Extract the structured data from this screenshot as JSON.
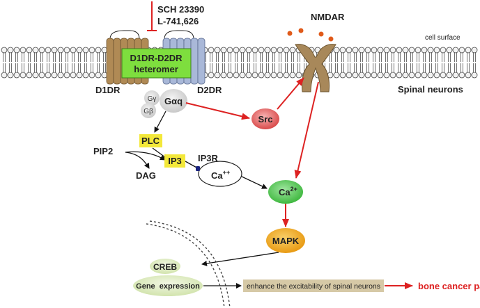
{
  "drugs": {
    "line1": "SCH 23390",
    "line2": "L-741,626"
  },
  "receptors": {
    "heteromer_line1": "D1DR-D2DR",
    "heteromer_line2": "heteromer",
    "d1": "D1DR",
    "d2": "D2DR"
  },
  "membrane": {
    "cell_surface": "cell surface",
    "spinal_neurons": "Spinal neurons"
  },
  "nmdar": "NMDAR",
  "g_protein": {
    "gamma": "Gγ",
    "beta": "Gβ",
    "alpha_q": "Gαq"
  },
  "nodes": {
    "src": "Src",
    "plc": "PLC",
    "pip2": "PIP2",
    "dag": "DAG",
    "ip3": "IP3",
    "ip3r": "IP3R",
    "ca_store": "Ca",
    "ca_store_sup": "++",
    "ca2": "Ca",
    "ca2_sup": "2+",
    "mapk": "MAPK",
    "creb": "CREB",
    "gene_expression": "Gene  expression",
    "enhance": "enhance the excitability of spinal neurons",
    "bone_cancer_pain": "bone cancer pain"
  },
  "colors": {
    "heteromer_fill": "#7ede3e",
    "d1_helix": "#b08a55",
    "d2_helix": "#a9b8d8",
    "nmdar": "#a8885a",
    "src": "#d94a4a",
    "ca2": "#4dc04d",
    "mapk": "#f0a020",
    "yellow_box": "#f3e83a",
    "enhance_box": "#d6c9a6",
    "red_arrow": "#dd2222",
    "pain_text": "#dd2222"
  }
}
